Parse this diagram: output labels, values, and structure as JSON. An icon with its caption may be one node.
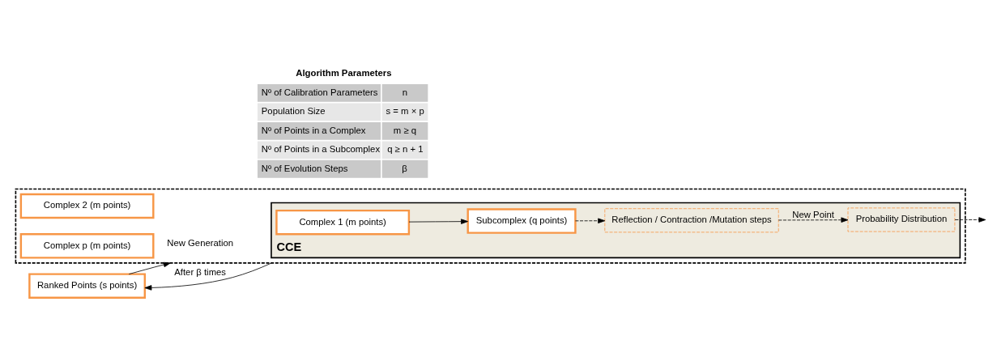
{
  "diagram": {
    "nodes": [
      {
        "text": [],
        "shape": "box"
      },
      {
        "text": [
          "Ranked Points (s points)"
        ]
      },
      {
        "text": [
          "CCE"
        ],
        "in": 0
      },
      {
        "text": [
          "Complex 1 (m points)"
        ],
        "in": 2
      },
      {
        "text": [
          "Probability Distribution"
        ],
        "in": 2
      },
      {
        "text": [
          "Subcomplex (q points)"
        ],
        "in": 2
      },
      {
        "text": [
          "Reflection / Contraction /Mutation steps"
        ],
        "in": 2
      },
      {
        "text": [
          "Complex 2 (m points)"
        ],
        "in": 0
      },
      {
        "text": [
          "Complex p (m points)"
        ],
        "in": 0
      }
    ],
    "edges": [
      {
        "from": 1,
        "to": 0,
        "arrow": "to",
        "label": "New Generation"
      },
      {
        "from": 0,
        "to": 1,
        "arrow": "to",
        "label": "After β times"
      },
      {
        "from": 3,
        "to": 5,
        "arrow": "to"
      },
      {
        "from": 5,
        "to": 6,
        "arrow": "to",
        "style": "dashed"
      },
      {
        "from": 6,
        "to": 4,
        "arrow": "to",
        "style": "dashed",
        "label": "New Point"
      },
      {
        "from": 4,
        "to": null,
        "arrow": "to",
        "style": "dashed"
      }
    ],
    "labels": [
      "Algorithm Parameters",
      "Nº of Calibration Parameters",
      "n",
      "Population Size",
      "s = m × p",
      "Nº of Points in a Complex",
      "m ≥ q",
      "Nº of Points in a Subcomplex",
      "q ≥ n + 1",
      "Nº of Evolution Steps",
      "β"
    ]
  }
}
